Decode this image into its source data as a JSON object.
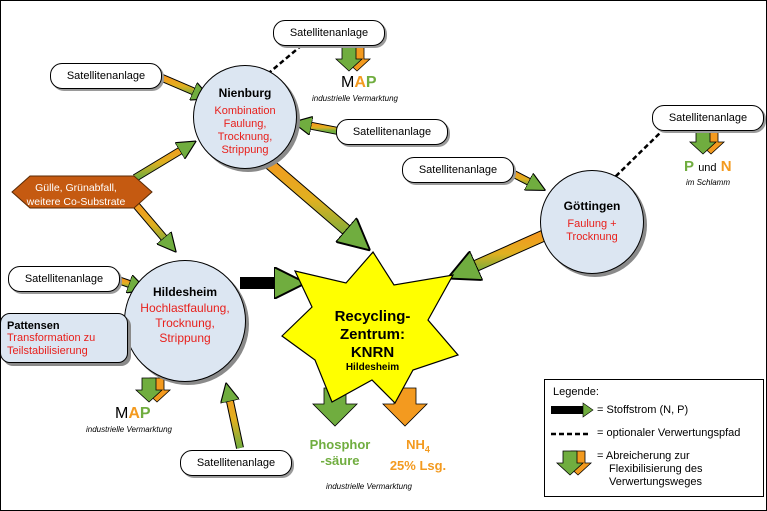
{
  "satellite": {
    "label": "Satellitenanlage"
  },
  "nodes": {
    "nienburg": {
      "title": "Nienburg",
      "processes": [
        "Kombination",
        "Faulung,",
        "Trocknung,",
        "Strippung"
      ]
    },
    "hildesheim": {
      "title": "Hildesheim",
      "processes": [
        "Hochlastfaulung,",
        "Trocknung,",
        "Strippung"
      ]
    },
    "goettingen": {
      "title": "Göttingen",
      "processes": [
        "Faulung  +",
        "Trocknung"
      ]
    },
    "pattensen": {
      "title": "Pattensen",
      "processes": [
        "Transformation zu",
        "Teilstabilisierung"
      ]
    },
    "cosubstrate": {
      "lines": [
        "Gülle, Grünabfall,",
        "weitere Co-Substrate"
      ]
    }
  },
  "center": {
    "title_line1": "Recycling-",
    "title_line2": "Zentrum:",
    "title_line3": "KNRN",
    "subtitle": "Hildesheim"
  },
  "products": {
    "map_m": "M",
    "map_a": "A",
    "map_p": "P",
    "map_caption": "industrielle Vermarktung",
    "pn_p": "P",
    "pn_und": "und",
    "pn_n": "N",
    "pn_caption": "im Schlamm",
    "phosphor_line1": "Phosphor",
    "phosphor_line2": "-säure",
    "nh4_prefix": "NH",
    "nh4_sub": "4",
    "nh4_line2": "25% Lsg.",
    "center_caption": "industrielle Vermarktung"
  },
  "legend": {
    "title": "Legende:",
    "stoffstrom": "= Stoffstrom (N, P)",
    "optional": "= optionaler Verwertungspfad",
    "enrich_line1": "= Abreicherung zur",
    "enrich_line2": "Flexibilisierung des",
    "enrich_line3": "Verwertungsweges"
  },
  "colors": {
    "flow_green": "#70ad3f",
    "flow_orange": "#f39a1f",
    "node_fill": "#dce6f2",
    "process_red": "#e8201c",
    "star_yellow": "#ffff00",
    "hexagon": "#c55a11"
  }
}
